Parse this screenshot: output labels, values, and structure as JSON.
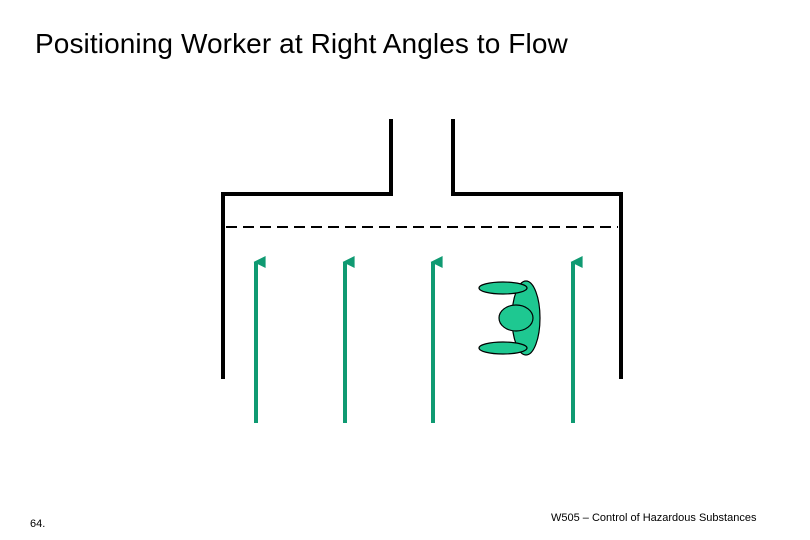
{
  "slide": {
    "title": "Positioning Worker at Right Angles to Flow",
    "slide_number": "64.",
    "footer": "W505 – Control of Hazardous Substances"
  },
  "diagram": {
    "colors": {
      "hood_outline": "#000000",
      "airflow_arrow": "#0f9a72",
      "worker_fill": "#1ec891",
      "worker_outline": "#000000"
    },
    "airflow_arrow_count": 4,
    "icons": [
      "duct-hood-outline",
      "face-plane-dashed-line",
      "airflow-arrow-icon",
      "worker-top-view-icon"
    ]
  }
}
